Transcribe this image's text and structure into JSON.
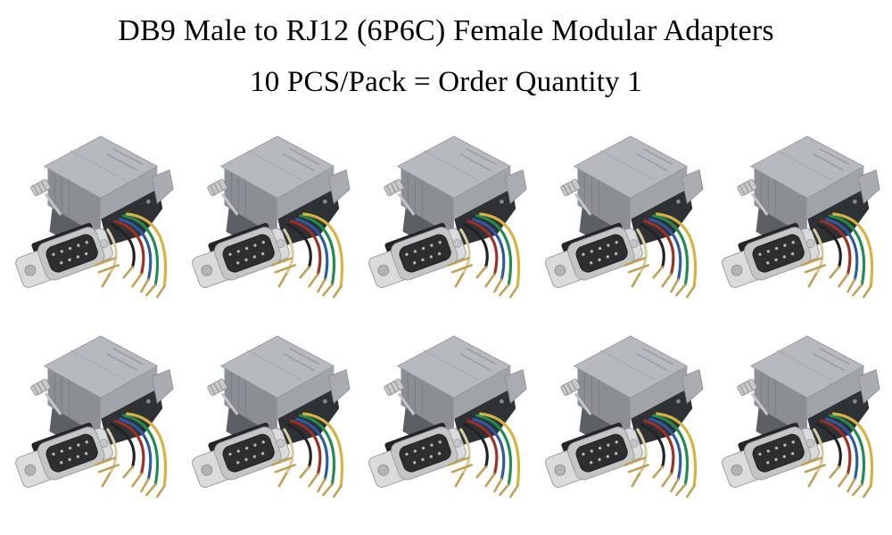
{
  "page": {
    "background": "#ffffff"
  },
  "title": {
    "line1": "DB9 Male to RJ12 (6P6C) Female Modular Adapters",
    "line2": "10 PCS/Pack = Order Quantity 1",
    "color": "#000000"
  },
  "product_grid": {
    "rows": 2,
    "columns": 5,
    "total_items": 10,
    "item_label": "Gray DB9 male to RJ12 (6P6C) female modular adapter with colored wires and gold crimp pins",
    "wire_color_names": [
      "black",
      "red",
      "blue",
      "green",
      "yellow",
      "tan"
    ],
    "colors": {
      "page_bg": "#ffffff",
      "title_color": "#000000",
      "housing_top": "#b6babe",
      "housing_front": "#a0a4a8",
      "housing_side": "#8b8f94",
      "housing_shadow": "#5c6064",
      "interior_shadow": "#2f3235",
      "latch": "#a9adb1",
      "knurl": "#c7c9cb",
      "metal_light": "#d9dbdd",
      "metal_mid": "#c3c5c7",
      "metal_dark": "#9b9da0",
      "db9_insert": "#2c2e30",
      "db9_rear": "#232527",
      "pin_gold": "#c0a055",
      "wire_black": "#222222",
      "wire_red": "#9d3026",
      "wire_blue": "#2d5aa6",
      "wire_green": "#228b50",
      "wire_yellow": "#d7b23e",
      "wire_tan": "#d6cda2"
    }
  }
}
